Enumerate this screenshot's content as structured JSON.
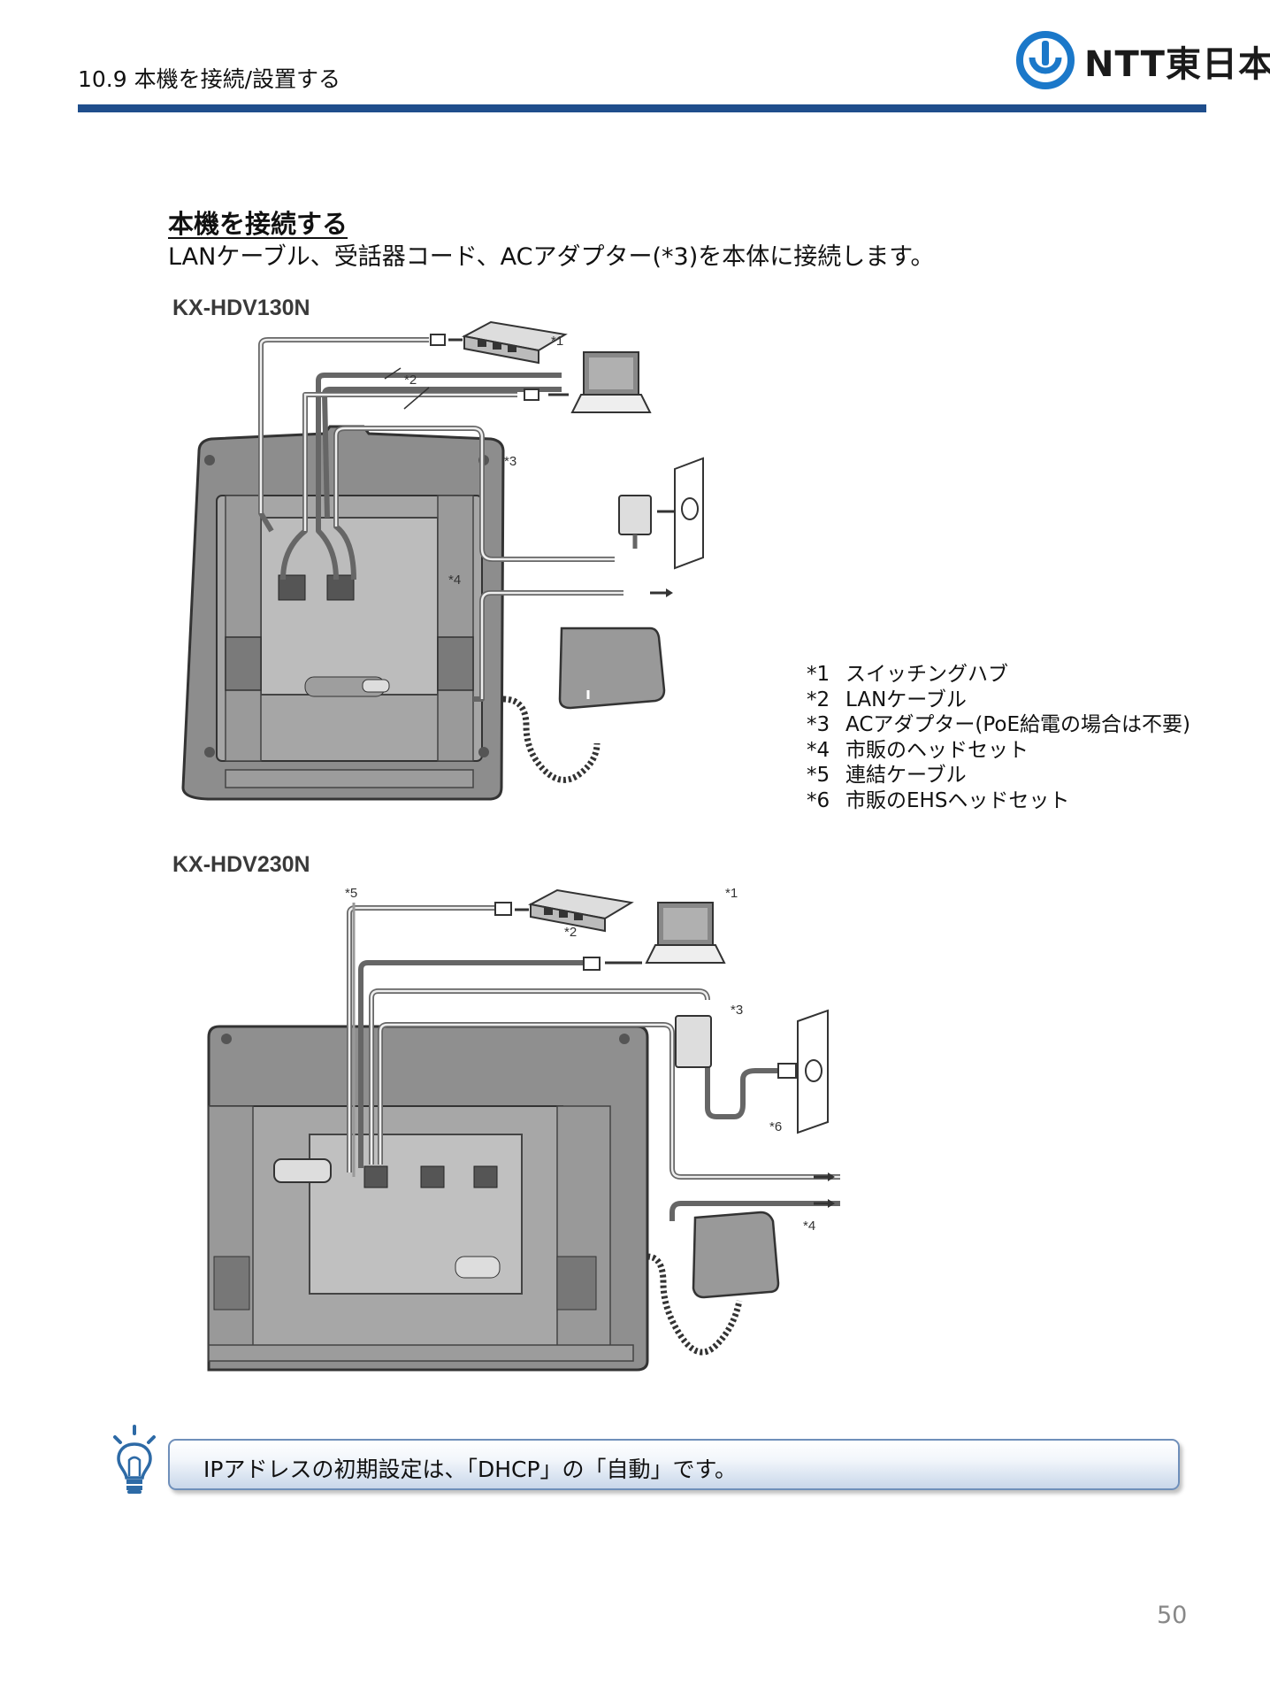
{
  "header": {
    "section_title": "10.9  本機を接続/設置する",
    "logo_text": "NTT東日本",
    "rule_color": "#1f4e8c"
  },
  "content": {
    "heading": "本機を接続する",
    "intro": "LANケーブル、受話器コード、ACアダプター(*3)を本体に接続します。"
  },
  "figures": [
    {
      "model": "KX-HDV130N",
      "labels": [
        "*1",
        "*2",
        "*3",
        "*4"
      ]
    },
    {
      "model": "KX-HDV230N",
      "labels": [
        "*1",
        "*2",
        "*3",
        "*4",
        "*5",
        "*6"
      ]
    }
  ],
  "legend": [
    {
      "num": "*1",
      "text": "スイッチングハブ"
    },
    {
      "num": "*2",
      "text": "LANケーブル"
    },
    {
      "num": "*3",
      "text": "ACアダプター(PoE給電の場合は不要)"
    },
    {
      "num": "*4",
      "text": "市販のヘッドセット"
    },
    {
      "num": "*5",
      "text": "連結ケーブル"
    },
    {
      "num": "*6",
      "text": "市販のEHSヘッドセット"
    }
  ],
  "tip": {
    "icon": "lightbulb-icon",
    "text": "IPアドレスの初期設定は、「DHCP」の「自動」です。"
  },
  "footer": {
    "page_number": "50"
  }
}
